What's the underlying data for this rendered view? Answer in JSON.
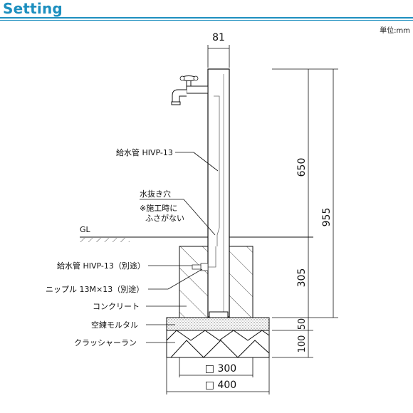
{
  "header": {
    "title": "Setting",
    "unit": "単位:mm",
    "accent_color": "#1d8fbf"
  },
  "dimensions": {
    "post_width": "81",
    "above_ground": "650",
    "total_height": "955",
    "below_ground": "305",
    "mortar_layer": "50",
    "gravel_layer": "100",
    "concrete_width": "□ 300",
    "base_width": "□ 400"
  },
  "labels": {
    "supply_pipe": "給水管 HIVP-13",
    "drain_hole": "水抜き穴",
    "drain_note_line1": "※施工時に",
    "drain_note_line2": "ふさがない",
    "ground_level": "GL",
    "supply_pipe_separate": "給水管 HIVP-13（別途）",
    "nipple": "ニップル 13M×13（別途）",
    "concrete": "コンクリート",
    "mortar": "空練モルタル",
    "crusher_run": "クラッシャーラン"
  }
}
